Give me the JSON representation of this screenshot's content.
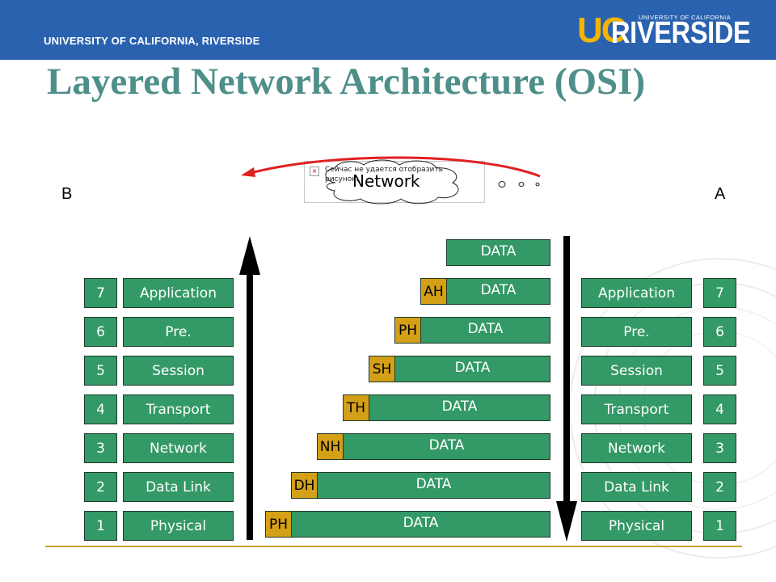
{
  "header": {
    "university": "UNIVERSITY OF CALIFORNIA, RIVERSIDE",
    "logo_uc": "UC",
    "logo_riverside": "RIVERSIDE",
    "logo_small": "UNIVERSITY OF CALIFORNIA"
  },
  "title": "Layered Network Architecture (OSI)",
  "labels": {
    "left": "B",
    "right": "A"
  },
  "cloud": {
    "image_error": "Сейчас не удается отобразить рисунок.",
    "label": "Network"
  },
  "left_stack": [
    {
      "num": "7",
      "name": "Application"
    },
    {
      "num": "6",
      "name": "Pre."
    },
    {
      "num": "5",
      "name": "Session"
    },
    {
      "num": "4",
      "name": "Transport"
    },
    {
      "num": "3",
      "name": "Network"
    },
    {
      "num": "2",
      "name": "Data Link"
    },
    {
      "num": "1",
      "name": "Physical"
    }
  ],
  "right_stack": [
    {
      "num": "7",
      "name": "Application"
    },
    {
      "num": "6",
      "name": "Pre."
    },
    {
      "num": "5",
      "name": "Session"
    },
    {
      "num": "4",
      "name": "Transport"
    },
    {
      "num": "3",
      "name": "Network"
    },
    {
      "num": "2",
      "name": "Data Link"
    },
    {
      "num": "1",
      "name": "Physical"
    }
  ],
  "packets": [
    {
      "header": "",
      "data": "DATA"
    },
    {
      "header": "AH",
      "data": "DATA"
    },
    {
      "header": "PH",
      "data": "DATA"
    },
    {
      "header": "SH",
      "data": "DATA"
    },
    {
      "header": "TH",
      "data": "DATA"
    },
    {
      "header": "NH",
      "data": "DATA"
    },
    {
      "header": "DH",
      "data": "DATA"
    },
    {
      "header": "PH",
      "data": "DATA"
    }
  ],
  "colors": {
    "banner": "#2a62b0",
    "title": "#4f8f8a",
    "layer_box": "#339966",
    "header_box": "#d4a017",
    "arc": "#e02020"
  }
}
